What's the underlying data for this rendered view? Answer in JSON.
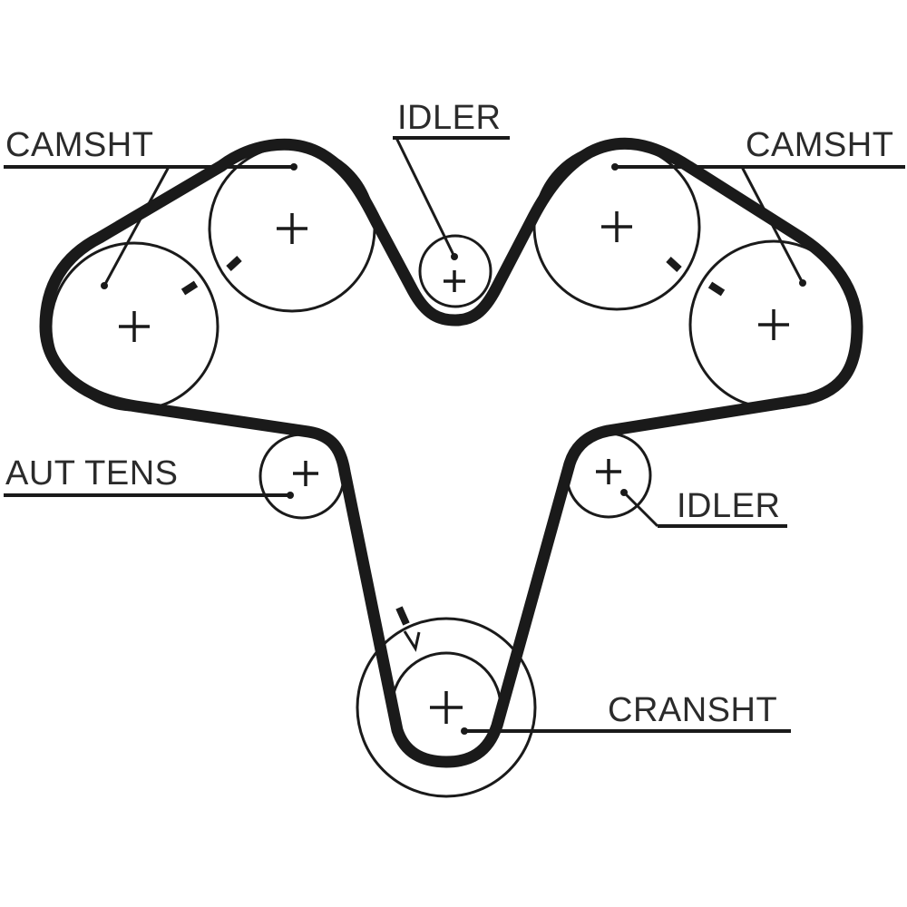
{
  "diagram": {
    "type": "timing-belt-routing",
    "colors": {
      "line": "#1a1a1a",
      "text": "#2b2b2b",
      "background": "#ffffff"
    },
    "labels": {
      "camshaft_left": "CAMSHT",
      "camshaft_right": "CAMSHT",
      "idler_top": "IDLER",
      "idler_right": "IDLER",
      "auto_tensioner": "AUT TENS",
      "crankshaft": "CRANSHT"
    },
    "components": [
      {
        "id": "camshaft-left-inner",
        "role": "camshaft",
        "label_key": "camshaft_left",
        "has_timing_mark": true
      },
      {
        "id": "camshaft-left-outer",
        "role": "camshaft",
        "label_key": "camshaft_left",
        "has_timing_mark": true
      },
      {
        "id": "camshaft-right-inner",
        "role": "camshaft",
        "label_key": "camshaft_right",
        "has_timing_mark": true
      },
      {
        "id": "camshaft-right-outer",
        "role": "camshaft",
        "label_key": "camshaft_right",
        "has_timing_mark": true
      },
      {
        "id": "idler-top",
        "role": "idler",
        "label_key": "idler_top",
        "has_timing_mark": false
      },
      {
        "id": "idler-right",
        "role": "idler",
        "label_key": "idler_right",
        "has_timing_mark": false
      },
      {
        "id": "auto-tensioner",
        "role": "tensioner",
        "label_key": "auto_tensioner",
        "has_timing_mark": false
      },
      {
        "id": "crankshaft",
        "role": "crankshaft",
        "label_key": "crankshaft",
        "has_timing_mark": true
      }
    ]
  }
}
